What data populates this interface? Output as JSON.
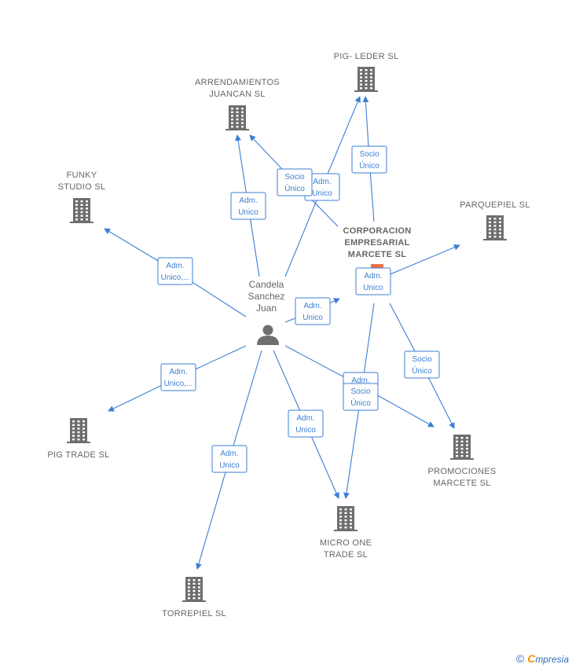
{
  "person": {
    "name_lines": [
      "Candela",
      "Sanchez",
      "Juan"
    ],
    "icon": "person-icon"
  },
  "companies": [
    {
      "id": "pig-leder",
      "lines": [
        "PIG- LEDER SL"
      ]
    },
    {
      "id": "arrendamientos",
      "lines": [
        "ARRENDAMIENTOS",
        "JUANCAN SL"
      ]
    },
    {
      "id": "funky",
      "lines": [
        "FUNKY",
        "STUDIO  SL"
      ]
    },
    {
      "id": "parquepiel",
      "lines": [
        "PARQUEPIEL SL"
      ]
    },
    {
      "id": "corporacion",
      "lines": [
        "CORPORACION",
        "EMPRESARIAL",
        "MARCETE  SL"
      ],
      "main": true
    },
    {
      "id": "pig-trade",
      "lines": [
        "PIG TRADE SL"
      ]
    },
    {
      "id": "promociones",
      "lines": [
        "PROMOCIONES",
        "MARCETE  SL"
      ]
    },
    {
      "id": "micro-one",
      "lines": [
        "MICRO ONE",
        "TRADE  SL"
      ]
    },
    {
      "id": "torrepiel",
      "lines": [
        "TORREPIEL  SL"
      ]
    }
  ],
  "relations": [
    {
      "id": "rel-person-pigleder",
      "lines": [
        "Adm.",
        "Unico"
      ]
    },
    {
      "id": "rel-person-arrendamientos",
      "lines": [
        "Adm.",
        "Unico"
      ]
    },
    {
      "id": "rel-corp-arrendamientos",
      "lines": [
        "Socio",
        "Único"
      ]
    },
    {
      "id": "rel-corp-pigleder",
      "lines": [
        "Socio",
        "Único"
      ]
    },
    {
      "id": "rel-person-funky",
      "lines": [
        "Adm.",
        "Unico,..."
      ]
    },
    {
      "id": "rel-person-corp",
      "lines": [
        "Adm.",
        "Unico"
      ]
    },
    {
      "id": "rel-corp-parquepiel",
      "lines": [
        "Adm.",
        "Unico"
      ]
    },
    {
      "id": "rel-person-pigtrade",
      "lines": [
        "Adm.",
        "Unico,..."
      ]
    },
    {
      "id": "rel-corp-promociones",
      "lines": [
        "Socio",
        "Único"
      ]
    },
    {
      "id": "rel-person-promociones",
      "lines": [
        "Adm.",
        "Unico"
      ]
    },
    {
      "id": "rel-corp-microone",
      "lines": [
        "Socio",
        "Único"
      ]
    },
    {
      "id": "rel-person-microone",
      "lines": [
        "Adm.",
        "Unico"
      ]
    },
    {
      "id": "rel-person-torrepiel",
      "lines": [
        "Adm.",
        "Unico"
      ]
    }
  ],
  "footer": {
    "copyright": "©",
    "brand_first": "C",
    "brand_rest": "mpresia"
  },
  "colors": {
    "edge": "#3c7fd4",
    "building": "#6e6e6e",
    "text": "#666666",
    "brand_orange": "#f39200"
  }
}
